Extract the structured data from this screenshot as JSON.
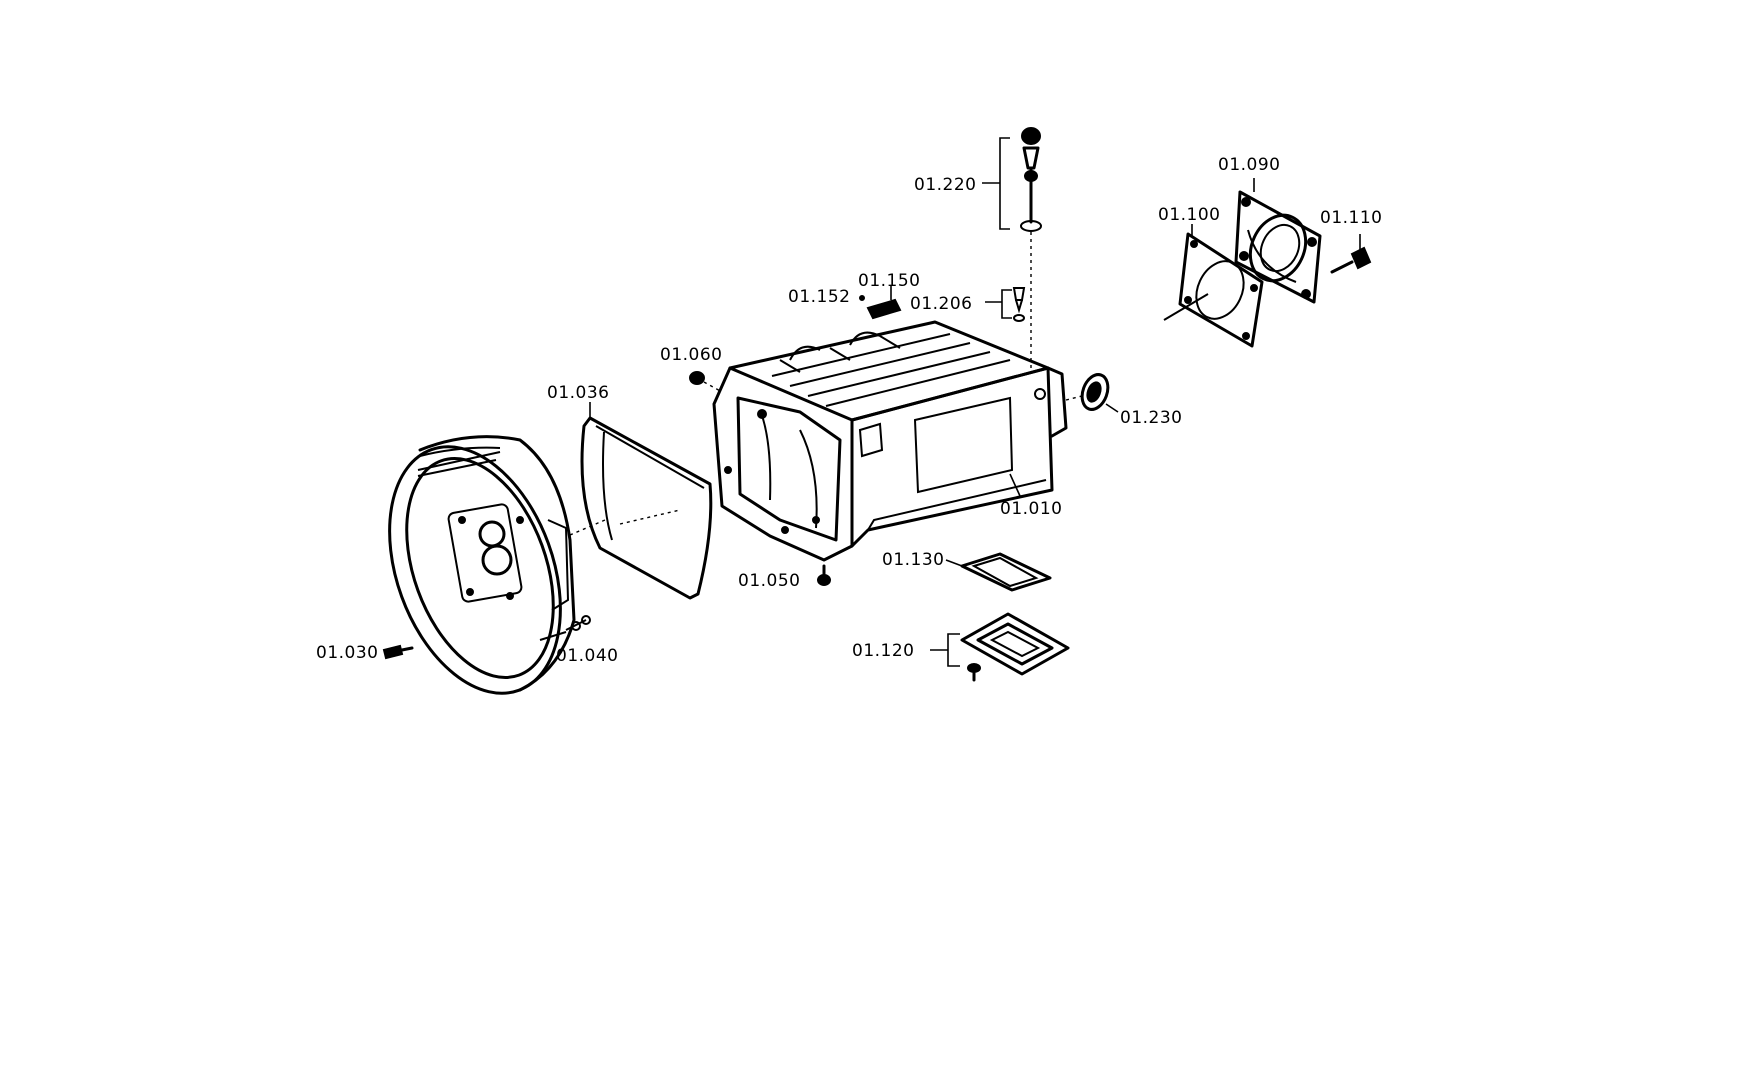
{
  "labels": {
    "p01_220": "01.220",
    "p01_090": "01.090",
    "p01_100": "01.100",
    "p01_110": "01.110",
    "p01_152": "01.152",
    "p01_150": "01.150",
    "p01_206": "01.206",
    "p01_060": "01.060",
    "p01_036": "01.036",
    "p01_230": "01.230",
    "p01_010": "01.010",
    "p01_130": "01.130",
    "p01_050": "01.050",
    "p01_120": "01.120",
    "p01_030": "01.030",
    "p01_040": "01.040"
  }
}
